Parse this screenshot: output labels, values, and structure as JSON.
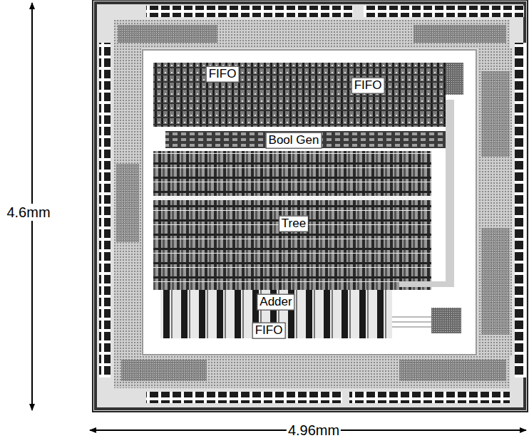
{
  "diagram": {
    "labels": [
      "4.6mm",
      "4.96mm",
      "FIFO",
      "FIFO",
      "Bool Gen",
      "Tree",
      "Adder",
      "FIFO"
    ]
  }
}
